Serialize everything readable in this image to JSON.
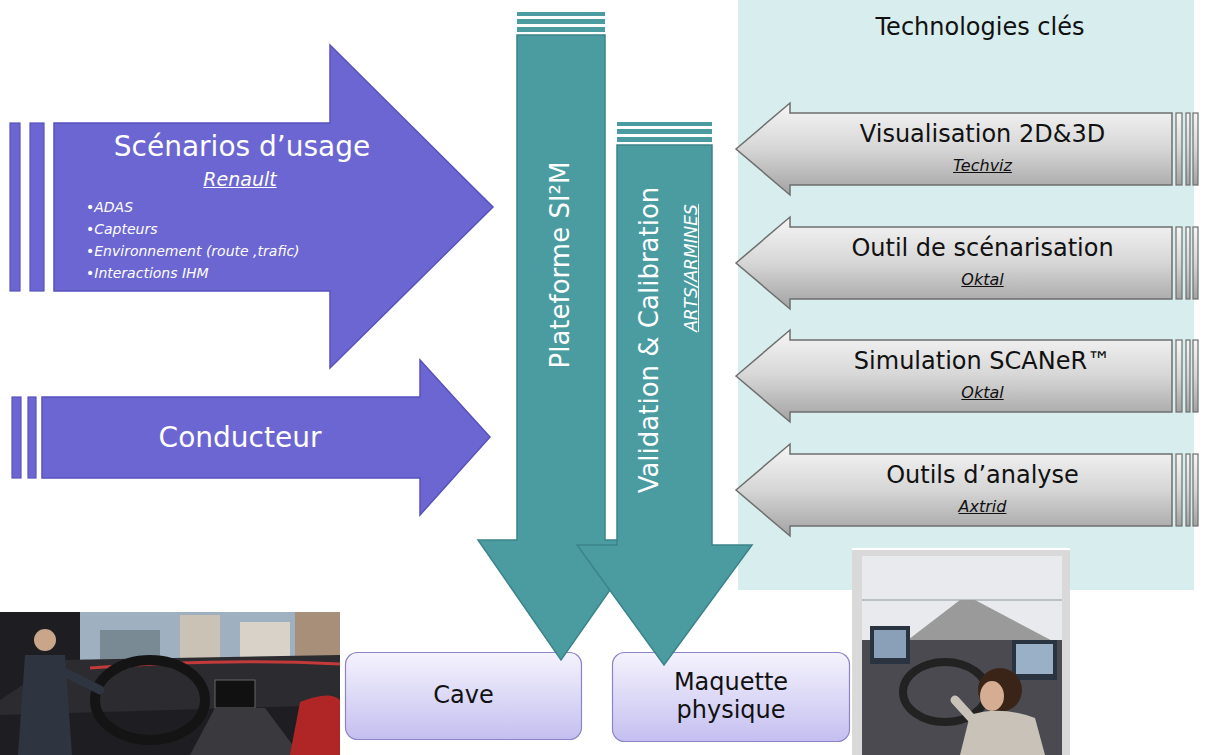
{
  "diagram": {
    "nodes": [
      {
        "text": [
          "Scénarios d’usage",
          "Renault",
          "•ADAS",
          "•Capteurs",
          "•Environnement (route ,trafic)",
          "•Interactions IHM"
        ]
      },
      {
        "text": [
          "Conducteur"
        ]
      },
      {
        "text": [
          "Plateforme SI²M"
        ]
      },
      {
        "text": [
          "Validation & Calibration",
          "ARTS/ARMINES"
        ]
      },
      {
        "text": [
          "Technologies clés"
        ]
      },
      {
        "text": [
          "Visualisation 2D&3D",
          "Techviz"
        ],
        "in": 4
      },
      {
        "text": [
          "Outil de scénarisation",
          "Oktal"
        ],
        "in": 4
      },
      {
        "text": [
          "Simulation SCANeR™",
          "Oktal"
        ],
        "in": 4
      },
      {
        "text": [
          "Outils d’analyse",
          "Axtrid"
        ],
        "in": 4
      },
      {
        "text": [
          "Cave"
        ]
      },
      {
        "text": [
          "Maquette physique"
        ]
      }
    ]
  }
}
